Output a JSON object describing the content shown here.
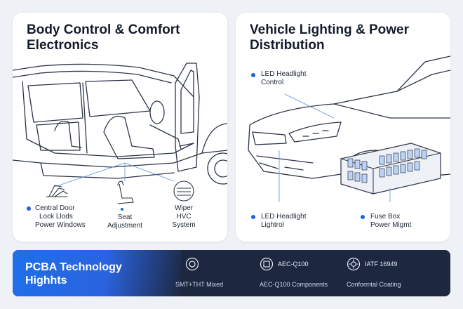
{
  "left_panel": {
    "title": "Body Control & Comfort Electronics",
    "labels": {
      "door": [
        "Central Door",
        "Lock Llods",
        "Power Windows"
      ],
      "seat": [
        "Seat",
        "Adjustment"
      ],
      "wiper": [
        "Wiper",
        "HVC",
        "System"
      ]
    }
  },
  "right_panel": {
    "title": "Vehicle Lighting & Power Distribution",
    "labels": {
      "headlight_top": [
        "LED Headlight",
        "Control"
      ],
      "headlight_bottom": [
        "LED Headlight",
        "Lightrol"
      ],
      "fuse_box": [
        "Fuse Box",
        "Power Migmt"
      ]
    }
  },
  "banner": {
    "title": "PCBA Technology Highhts",
    "features": [
      {
        "head": "",
        "caption": "SMT+THT Mixed",
        "icon": "seal-icon"
      },
      {
        "head": "AEC-Q100",
        "caption": "AEC-Q100 Components",
        "icon": "chip-icon"
      },
      {
        "head": "IATF 16949",
        "caption": "Conformtal Coating",
        "icon": "gear-icon"
      }
    ]
  },
  "colors": {
    "accent": "#1f63d8",
    "banner_bg": "#1d2840",
    "banner_accent": "#1f6fe8",
    "line_art": "#2b3447"
  }
}
